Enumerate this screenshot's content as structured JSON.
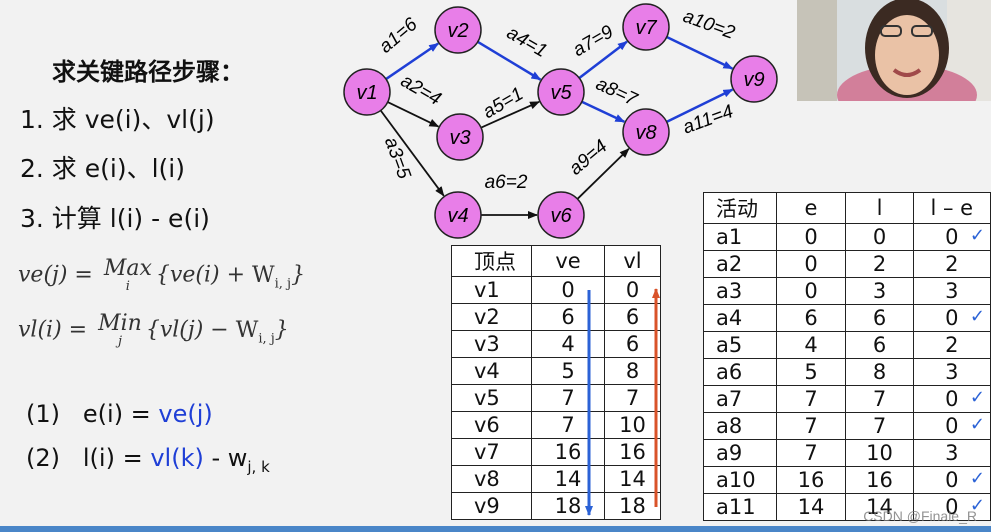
{
  "steps": {
    "title": "求关键路径步骤：",
    "items": [
      "1.  求 ve(i)、vl(j)",
      "2.  求 e(i)、l(i)",
      "3.  计算 l(i) - e(i)"
    ]
  },
  "formulas": {
    "f1": {
      "lhs": "ve(j) = ",
      "op": "Max",
      "op_sub": "i",
      "rhs": "{ve(i) + ",
      "w": "W",
      "w_sub": "i, j",
      "close": "}"
    },
    "f2": {
      "lhs": "vl(i) = ",
      "op": "Min",
      "op_sub": "j",
      "rhs": "{vl(j) − ",
      "w": "W",
      "w_sub": "i, j",
      "close": "}"
    }
  },
  "equations": {
    "e1": {
      "num": "(1)",
      "lhs": "e(i) = ",
      "rhs": "ve(j)"
    },
    "e2": {
      "num": "(2)",
      "lhs": "l(i) = ",
      "rhs": "vl(k)",
      "tail": " - w",
      "tail_sub": "j, k"
    }
  },
  "graph": {
    "nodes": [
      {
        "id": "v1"
      },
      {
        "id": "v2"
      },
      {
        "id": "v3"
      },
      {
        "id": "v4"
      },
      {
        "id": "v5"
      },
      {
        "id": "v6"
      },
      {
        "id": "v7"
      },
      {
        "id": "v8"
      },
      {
        "id": "v9"
      }
    ],
    "edges": [
      {
        "label": "a1=6",
        "from": "v1",
        "to": "v2",
        "critical": true
      },
      {
        "label": "a2=4",
        "from": "v1",
        "to": "v3",
        "critical": false
      },
      {
        "label": "a3=5",
        "from": "v1",
        "to": "v4",
        "critical": false
      },
      {
        "label": "a4=1",
        "from": "v2",
        "to": "v5",
        "critical": true
      },
      {
        "label": "a5=1",
        "from": "v3",
        "to": "v5",
        "critical": false
      },
      {
        "label": "a6=2",
        "from": "v4",
        "to": "v6",
        "critical": false
      },
      {
        "label": "a7=9",
        "from": "v5",
        "to": "v7",
        "critical": true
      },
      {
        "label": "a8=7",
        "from": "v5",
        "to": "v8",
        "critical": true
      },
      {
        "label": "a9=4",
        "from": "v6",
        "to": "v8",
        "critical": false
      },
      {
        "label": "a10=2",
        "from": "v7",
        "to": "v9",
        "critical": true
      },
      {
        "label": "a11=4",
        "from": "v8",
        "to": "v9",
        "critical": true
      }
    ],
    "colors": {
      "node_fill": "#e87ee8",
      "critical": "#1f3fd6",
      "normal": "#111111"
    }
  },
  "vertex_table": {
    "headers": [
      "顶点",
      "ve",
      "vl"
    ],
    "rows": [
      [
        "v1",
        "0",
        "0"
      ],
      [
        "v2",
        "6",
        "6"
      ],
      [
        "v3",
        "4",
        "6"
      ],
      [
        "v4",
        "5",
        "8"
      ],
      [
        "v5",
        "7",
        "7"
      ],
      [
        "v6",
        "7",
        "10"
      ],
      [
        "v7",
        "16",
        "16"
      ],
      [
        "v8",
        "14",
        "14"
      ],
      [
        "v9",
        "18",
        "18"
      ]
    ],
    "arrow_colors": {
      "ve": "#2b62d6",
      "vl": "#d9532a"
    }
  },
  "activity_table": {
    "headers": [
      "活动",
      "e",
      "l",
      "l – e"
    ],
    "rows": [
      [
        "a1",
        "0",
        "0",
        "0",
        true
      ],
      [
        "a2",
        "0",
        "2",
        "2",
        false
      ],
      [
        "a3",
        "0",
        "3",
        "3",
        false
      ],
      [
        "a4",
        "6",
        "6",
        "0",
        true
      ],
      [
        "a5",
        "4",
        "6",
        "2",
        false
      ],
      [
        "a6",
        "5",
        "8",
        "3",
        false
      ],
      [
        "a7",
        "7",
        "7",
        "0",
        true
      ],
      [
        "a8",
        "7",
        "7",
        "0",
        true
      ],
      [
        "a9",
        "7",
        "10",
        "3",
        false
      ],
      [
        "a10",
        "16",
        "16",
        "0",
        true
      ],
      [
        "a11",
        "14",
        "14",
        "0",
        true
      ]
    ],
    "check_icon": "checkmark-icon"
  },
  "watermark": "CSDN @Finale_R"
}
